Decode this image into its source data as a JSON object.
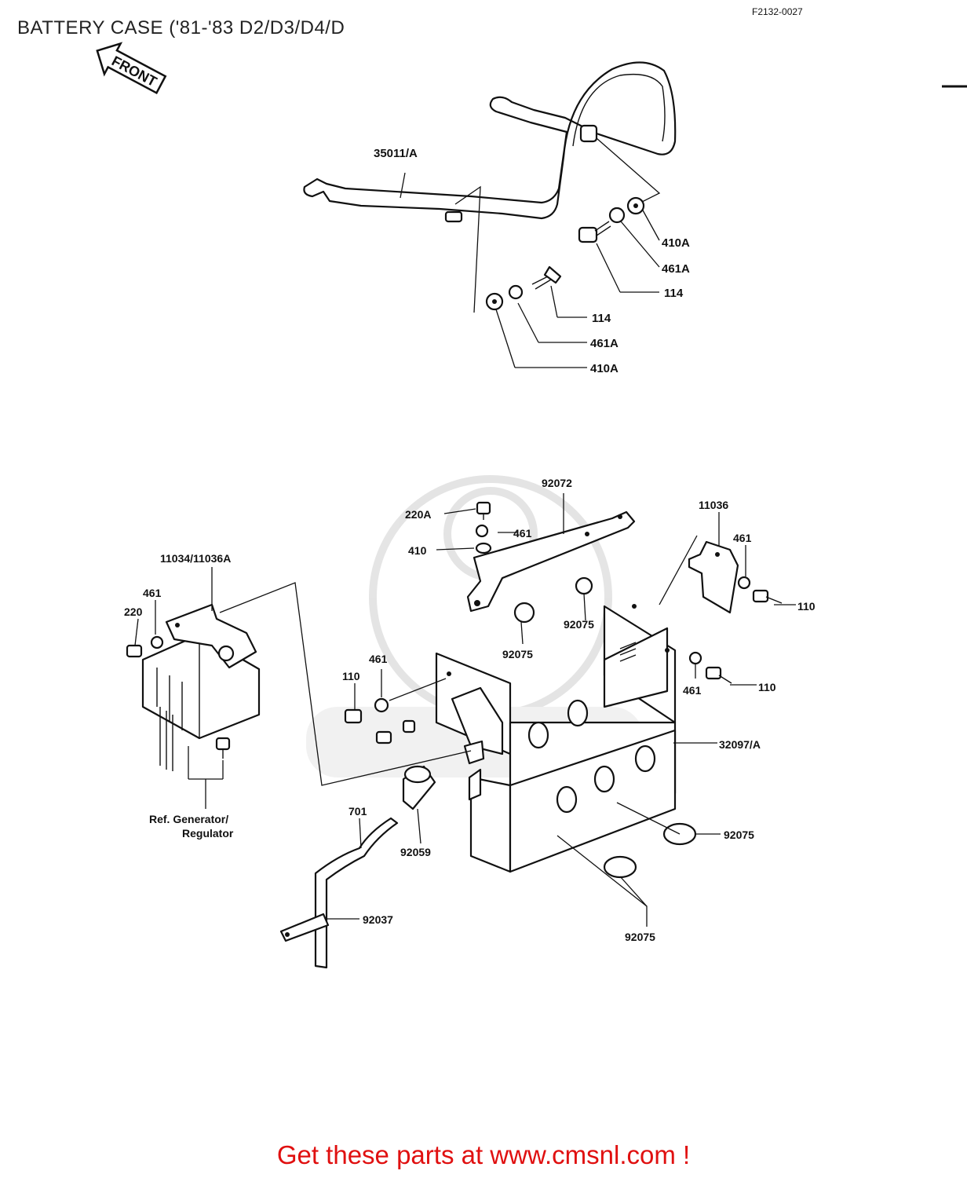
{
  "title": "BATTERY CASE ('81-'83 D2/D3/D4/D",
  "diagram_code": "F2132-0027",
  "front_label": "FRONT",
  "footer": "Get these parts at www.cmsnl.com !",
  "labels": {
    "p35011A": "35011/A",
    "p410A_1": "410A",
    "p461A_1": "461A",
    "p114_1": "114",
    "p114_2": "114",
    "p461A_2": "461A",
    "p410A_2": "410A",
    "p92072": "92072",
    "p220A": "220A",
    "p461_a": "461",
    "p410": "410",
    "p11036": "11036",
    "p461_b": "461",
    "p110_a": "110",
    "p92075_a": "92075",
    "p92075_b": "92075",
    "p11034": "11034/11036A",
    "p461_c": "461",
    "p220": "220",
    "p461_d": "461",
    "p110_b": "110",
    "p461_e": "461",
    "p110_c": "110",
    "p32097A": "32097/A",
    "ref_gen_1": "Ref. Generator/",
    "ref_gen_2": "Regulator",
    "p701": "701",
    "p92059": "92059",
    "p92075_c": "92075",
    "p92037": "92037",
    "p92075_d": "92075"
  }
}
